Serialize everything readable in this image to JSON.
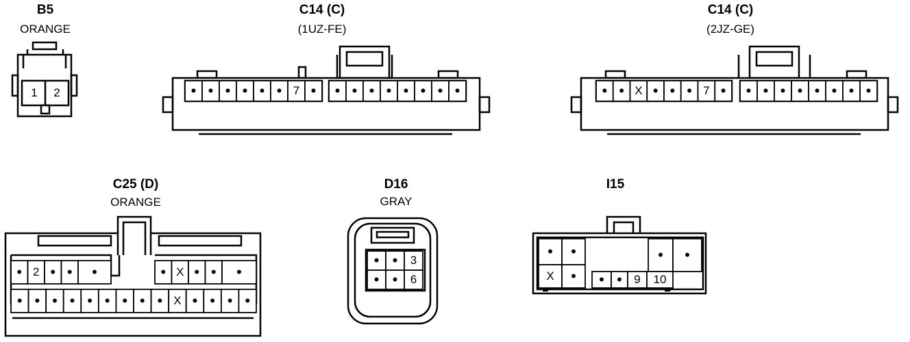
{
  "connectors": [
    {
      "id": "B5",
      "title": "B5",
      "subtitle": "ORANGE",
      "rows": [
        [
          "1",
          "2"
        ]
      ]
    },
    {
      "id": "C14_1UZ",
      "title": "C14 (C)",
      "subtitle": "(1UZ-FE)",
      "rows": [
        [
          "•",
          "•",
          "•",
          "•",
          "•",
          "•",
          "7",
          "•"
        ],
        [
          "•",
          "•",
          "•",
          "•",
          "•",
          "•",
          "•",
          "•"
        ]
      ]
    },
    {
      "id": "C14_2JZ",
      "title": "C14 (C)",
      "subtitle": "(2JZ-GE)",
      "rows": [
        [
          "•",
          "•",
          "X",
          "•",
          "•",
          "•",
          "7",
          "•"
        ],
        [
          "•",
          "•",
          "•",
          "•",
          "•",
          "•",
          "•",
          "•"
        ]
      ]
    },
    {
      "id": "C25",
      "title": "C25 (D)",
      "subtitle": "ORANGE",
      "rows": [
        [
          "•",
          "2",
          "•",
          "•",
          "•"
        ],
        [
          "•",
          "X",
          "•",
          "•",
          "•"
        ],
        [
          "•",
          "•",
          "•",
          "•",
          "•",
          "•",
          "•",
          "•",
          "•",
          "X",
          "•",
          "•",
          "•",
          "•"
        ]
      ]
    },
    {
      "id": "D16",
      "title": "D16",
      "subtitle": "GRAY",
      "rows": [
        [
          "•",
          "•",
          "3"
        ],
        [
          "•",
          "•",
          "6"
        ]
      ]
    },
    {
      "id": "I15",
      "title": "I15",
      "subtitle": "",
      "rows": [
        [
          "•",
          "•"
        ],
        [
          "X",
          "•"
        ],
        [
          "•",
          "•"
        ],
        [
          "•",
          "•"
        ],
        [
          "9",
          "10"
        ]
      ]
    }
  ]
}
